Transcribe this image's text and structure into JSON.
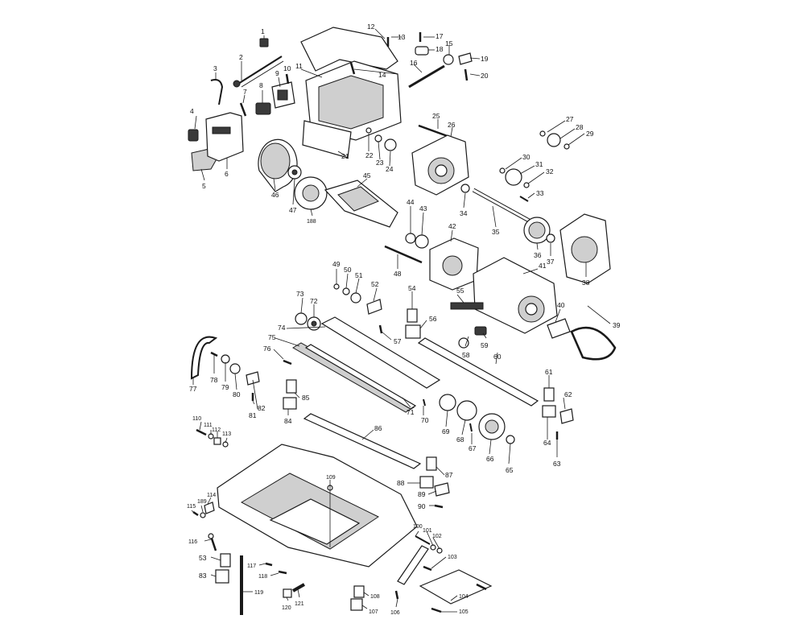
{
  "diagram": {
    "labels": {
      "p1": "1",
      "p2": "2",
      "p3": "3",
      "p4": "4",
      "p5": "5",
      "p6": "6",
      "p7": "7",
      "p8": "8",
      "p9": "9",
      "p10": "10",
      "p11": "11",
      "p12": "12",
      "p13": "13",
      "p14": "14",
      "p15": "15",
      "p16": "16",
      "p17": "17",
      "p18": "18",
      "p19": "19",
      "p20": "20",
      "p21": "21",
      "p22": "22",
      "p23": "23",
      "p24": "24",
      "p25": "25",
      "p26": "26",
      "p27": "27",
      "p28": "28",
      "p29": "29",
      "p30": "30",
      "p31": "31",
      "p32": "32",
      "p33": "33",
      "p34": "34",
      "p35": "35",
      "p36": "36",
      "p37": "37",
      "p38": "38",
      "p39": "39",
      "p40": "40",
      "p41": "41",
      "p42": "42",
      "p43": "43",
      "p44": "44",
      "p45": "45",
      "p46": "46",
      "p47": "47",
      "p48": "48",
      "p49": "49",
      "p50": "50",
      "p51": "51",
      "p52": "52",
      "p53": "53",
      "p54": "54",
      "p55": "55",
      "p56": "56",
      "p57": "57",
      "p58": "58",
      "p59": "59",
      "p60": "60",
      "p61": "61",
      "p62": "62",
      "p63": "63",
      "p64": "64",
      "p65": "65",
      "p66": "66",
      "p67": "67",
      "p68": "68",
      "p69": "69",
      "p70": "70",
      "p71": "71",
      "p72": "72",
      "p73": "73",
      "p74": "74",
      "p75": "75",
      "p76": "76",
      "p77": "77",
      "p78": "78",
      "p79": "79",
      "p80": "80",
      "p81": "81",
      "p82": "82",
      "p83": "83",
      "p84": "84",
      "p85": "85",
      "p86": "86",
      "p87": "87",
      "p88": "88",
      "p89": "89",
      "p90": "90",
      "p100": "100",
      "p101": "101",
      "p102": "102",
      "p103": "103",
      "p104": "104",
      "p105": "105",
      "p106": "106",
      "p107": "107",
      "p108": "108",
      "p109": "109",
      "p110": "110",
      "p111": "111",
      "p112": "112",
      "p113": "113",
      "p114": "114",
      "p115": "115",
      "p116": "116",
      "p117": "117",
      "p118": "118",
      "p119": "119",
      "p120": "120",
      "p121": "121",
      "p188": "188",
      "p189": "189"
    }
  }
}
